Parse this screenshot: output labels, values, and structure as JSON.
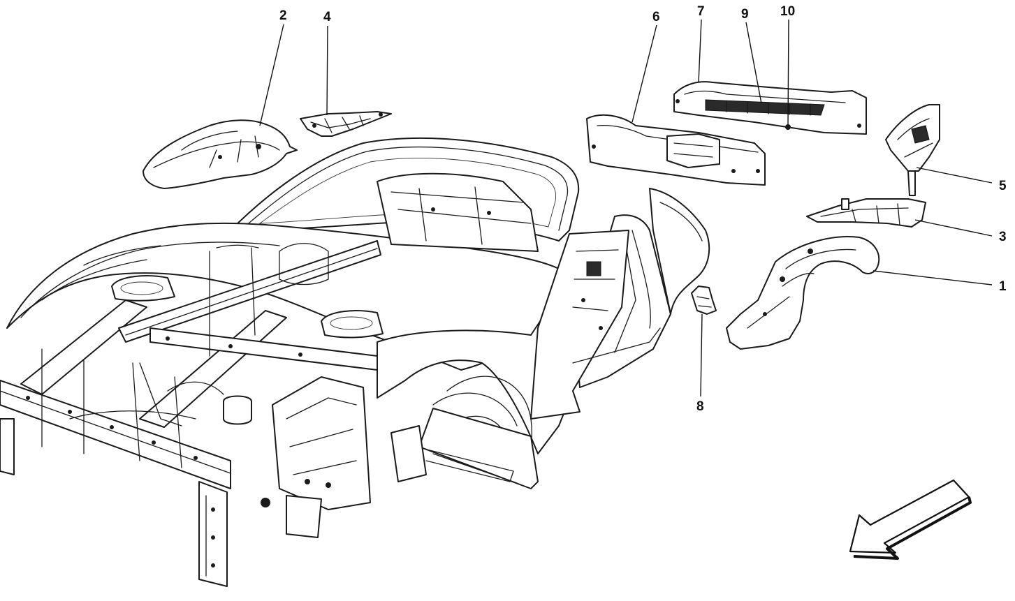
{
  "callouts": [
    {
      "id": "1",
      "label": "1"
    },
    {
      "id": "2",
      "label": "2"
    },
    {
      "id": "3",
      "label": "3"
    },
    {
      "id": "4",
      "label": "4"
    },
    {
      "id": "5",
      "label": "5"
    },
    {
      "id": "6",
      "label": "6"
    },
    {
      "id": "7",
      "label": "7"
    },
    {
      "id": "8",
      "label": "8"
    },
    {
      "id": "9",
      "label": "9"
    },
    {
      "id": "10",
      "label": "10"
    }
  ],
  "colors": {
    "line": "#1a1a1a",
    "background": "#ffffff"
  },
  "icons": {
    "direction": "front-direction-arrow-icon"
  }
}
